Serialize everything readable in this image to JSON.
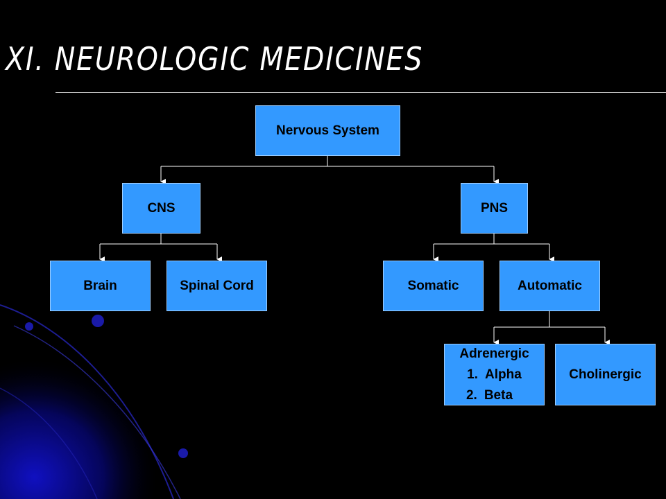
{
  "slide": {
    "title": "XI. NEUROLOGIC  MEDICINES"
  },
  "colors": {
    "background": "#000000",
    "node_fill": "#3399ff",
    "node_border": "#9fcfff",
    "connector": "#ffffff",
    "title": "#ffffff",
    "accent_dark_blue": "#0a0a9a"
  },
  "tree": {
    "root": "Nervous System",
    "cns": {
      "label": "CNS",
      "children": [
        "Brain",
        "Spinal Cord"
      ]
    },
    "pns": {
      "label": "PNS",
      "children": [
        "Somatic",
        "Automatic"
      ]
    },
    "automatic_children": {
      "adrenergic": {
        "label": "Adrenergic",
        "items": [
          {
            "num": "1.",
            "text": "Alpha"
          },
          {
            "num": "2.",
            "text": "Beta"
          }
        ]
      },
      "cholinergic": "Cholinergic"
    }
  }
}
